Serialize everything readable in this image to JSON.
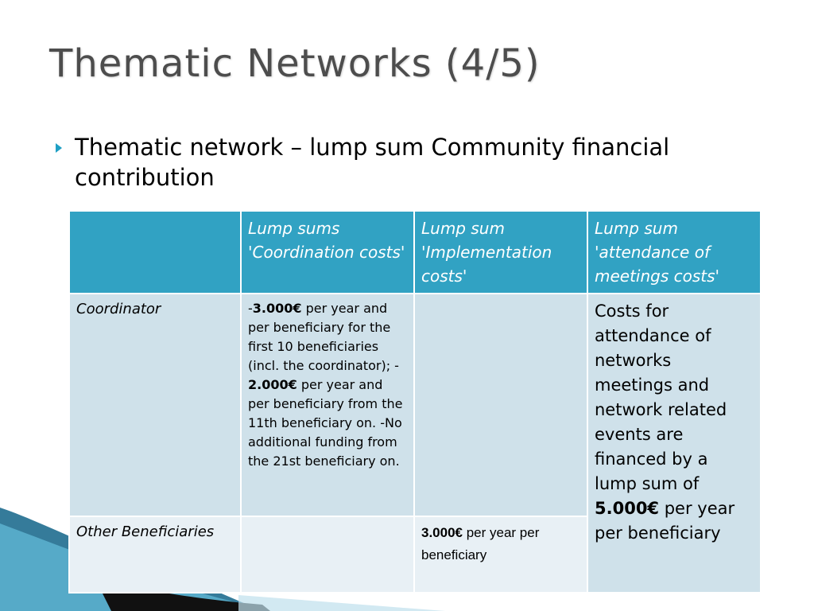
{
  "slide": {
    "title": "Thematic Networks (4/5)",
    "bullet": "Thematic network – lump sum Community financial contribution"
  },
  "table": {
    "headers": [
      "",
      "Lump sums 'Coordination costs'",
      "Lump sum 'Implementation costs'",
      "Lump sum 'attendance of meetings costs'"
    ],
    "rows": [
      {
        "label": "Coordinator",
        "coordination": {
          "prefix1": "-",
          "amount1": "3.000€",
          "text1": " per year and per beneficiary for the first 10 beneficiaries (incl. the coordinator); -",
          "amount2": "2.000€",
          "text2": " per year and per beneficiary from the 11th beneficiary on. -No additional funding from the 21st beneficiary on."
        },
        "implementation": ""
      },
      {
        "label": "Other Beneficiaries",
        "coordination": "",
        "implementation": {
          "amount": "3.000€",
          "text": " per year per beneficiary"
        }
      }
    ],
    "attendance": {
      "text1": "Costs for attendance of networks meetings and network related events are financed by a lump sum of ",
      "amount": "5.000€",
      "text2": " per year per beneficiary"
    }
  },
  "colors": {
    "header_bg": "#31a2c3",
    "row1_bg": "#cfe1ea",
    "row2_bg": "#e8f0f5",
    "bullet": "#1e9fc4"
  },
  "icons": {
    "bullet": "triangle-bullet-icon"
  }
}
